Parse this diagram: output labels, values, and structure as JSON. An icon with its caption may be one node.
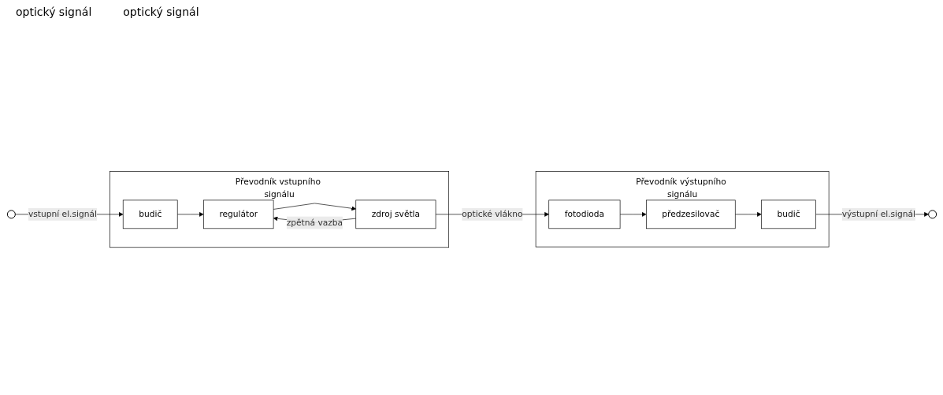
{
  "diagram": {
    "nodes": [
      {
        "text": [
          "Převodník vstupního signálu"
        ]
      },
      {
        "text": [
          "budič"
        ],
        "in": 0
      },
      {
        "text": [
          "regulátor"
        ],
        "in": 0
      },
      {
        "text": [
          "zdroj světla"
        ],
        "in": 0
      },
      {
        "text": [
          "Převodník výstupního signálu"
        ]
      },
      {
        "text": [
          "fotodioda"
        ],
        "in": 4
      },
      {
        "text": [
          "předzesilovač"
        ],
        "in": 4
      },
      {
        "text": [
          "budič"
        ],
        "in": 4
      },
      {
        "text": [],
        "shape": "circle"
      },
      {
        "text": [],
        "shape": "circle"
      }
    ],
    "edges": [
      {
        "from": 8,
        "to": 1,
        "arrow": "to",
        "label": "vstupní el.signál"
      },
      {
        "from": 1,
        "to": 2,
        "arrow": "to"
      },
      {
        "from": 2,
        "to": 3,
        "arrow": "to"
      },
      {
        "from": 3,
        "to": 2,
        "arrow": "to",
        "label": "zpětná vazba"
      },
      {
        "from": 3,
        "to": 5,
        "arrow": "to",
        "label": "optické vlákno"
      },
      {
        "from": 5,
        "to": 6,
        "arrow": "to"
      },
      {
        "from": 6,
        "to": 7,
        "arrow": "to"
      },
      {
        "from": 7,
        "to": 9,
        "arrow": "to",
        "label": "výstupní el.signál"
      }
    ],
    "labels": [
      "optický signál",
      "optický signál"
    ]
  }
}
